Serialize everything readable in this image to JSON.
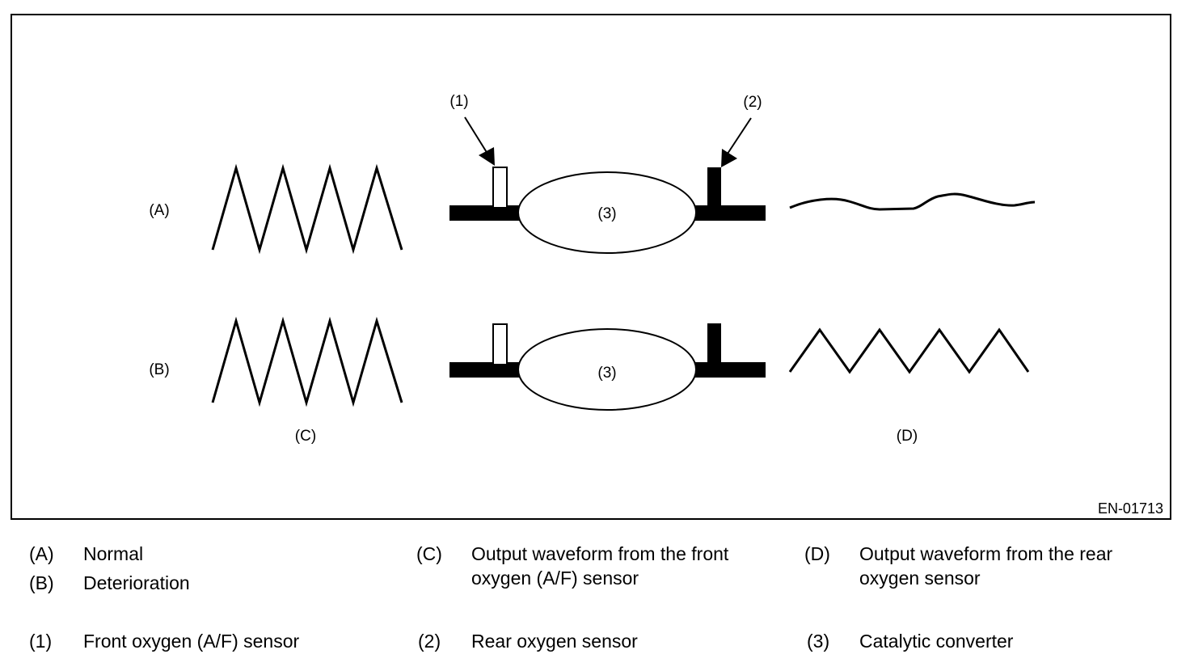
{
  "figure": {
    "row_labels": [
      "(A)",
      "(B)"
    ],
    "waveform_labels": {
      "front": "(C)",
      "rear": "(D)"
    },
    "callouts": {
      "front_sensor": "(1)",
      "rear_sensor": "(2)",
      "catalyst": "(3)"
    },
    "figure_code": "EN-01713"
  },
  "legend": {
    "A": {
      "key": "(A)",
      "text": "Normal"
    },
    "B": {
      "key": "(B)",
      "text": "Deterioration"
    },
    "C": {
      "key": "(C)",
      "text_line1": "Output waveform from the front",
      "text_line2": "oxygen (A/F) sensor"
    },
    "D": {
      "key": "(D)",
      "text_line1": "Output waveform from the rear",
      "text_line2": "oxygen sensor"
    },
    "item1": {
      "key": "(1)",
      "text": "Front oxygen (A/F) sensor"
    },
    "item2": {
      "key": "(2)",
      "text": "Rear oxygen sensor"
    },
    "item3": {
      "key": "(3)",
      "text": "Catalytic converter"
    }
  }
}
